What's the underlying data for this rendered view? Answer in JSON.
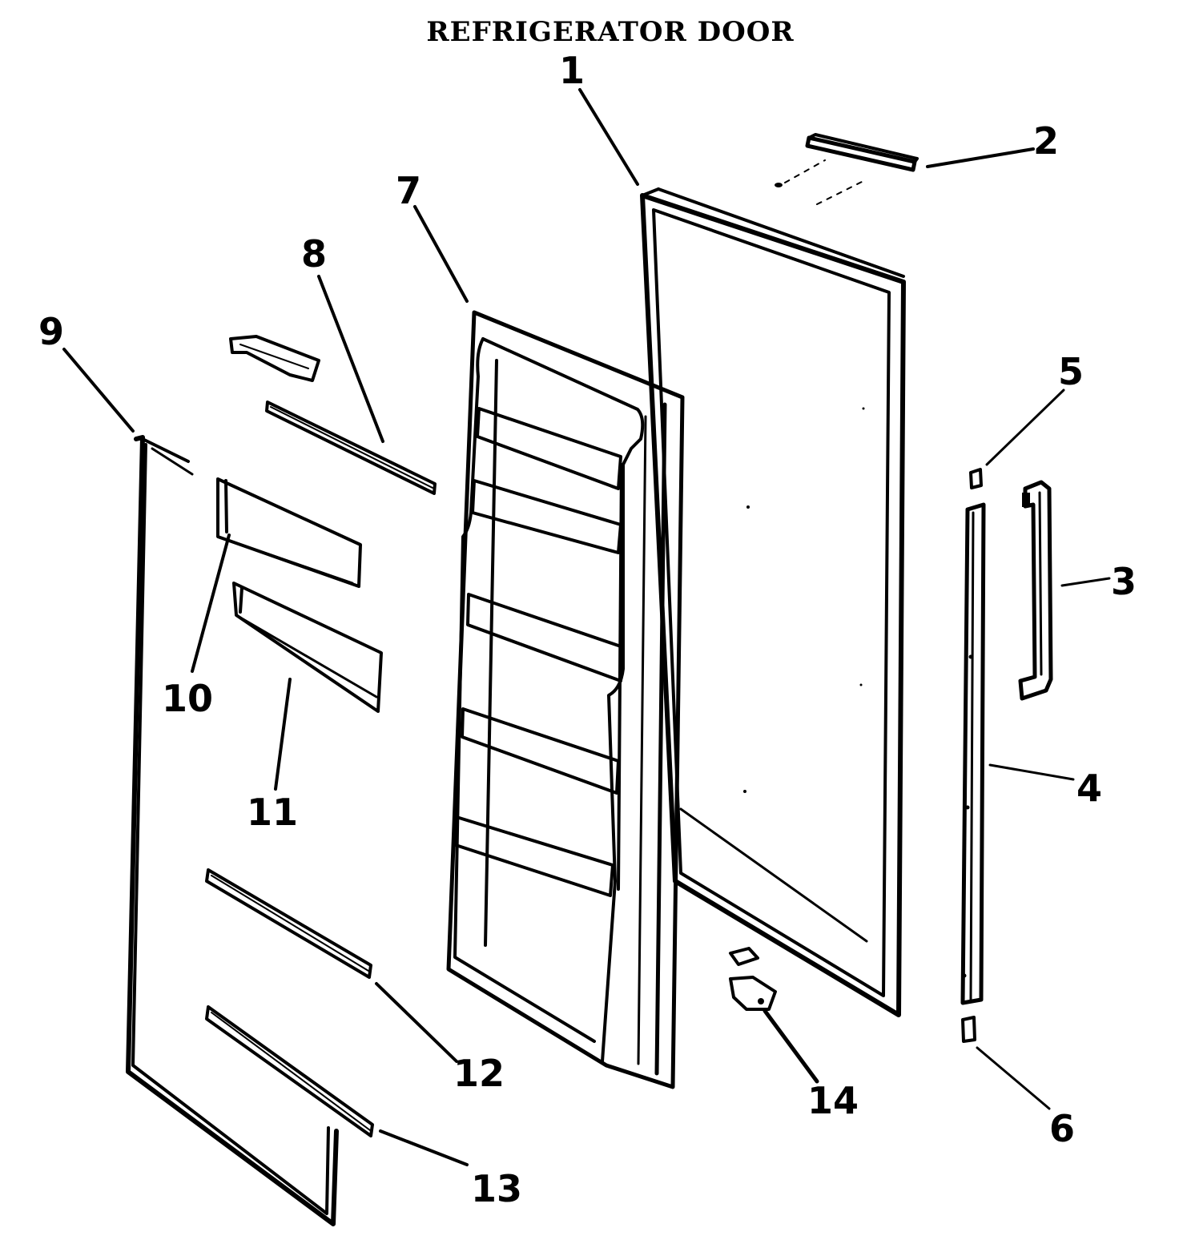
{
  "title": "REFRIGERATOR DOOR",
  "callouts": [
    "1",
    "2",
    "3",
    "4",
    "5",
    "6",
    "7",
    "8",
    "9",
    "10",
    "11",
    "12",
    "13",
    "14"
  ],
  "colors": {
    "ink": "#000000",
    "background": "#ffffff"
  }
}
